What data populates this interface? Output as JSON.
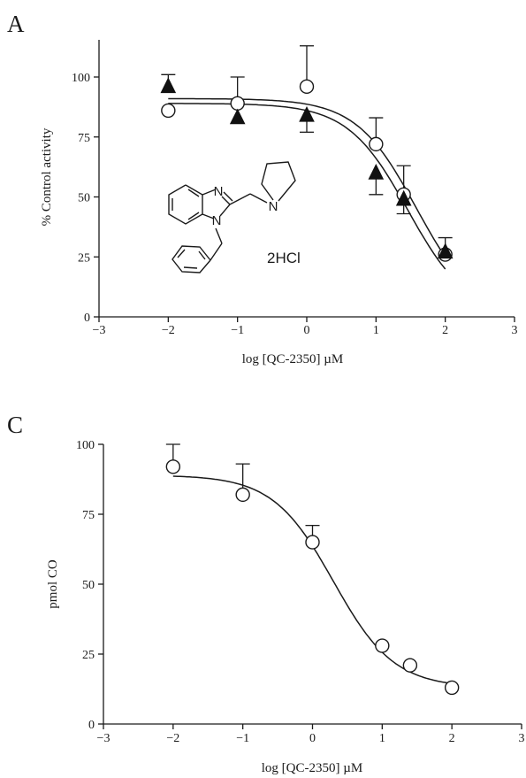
{
  "chart_data": [
    {
      "panel_label": "A",
      "type": "scatter",
      "xlabel": "log [QC-2350] µM",
      "ylabel": "% Control activity",
      "xlim": [
        -3,
        3
      ],
      "ylim": [
        0,
        115
      ],
      "x_ticks": [
        "−3",
        "−2",
        "−1",
        "0",
        "1",
        "2",
        "3"
      ],
      "y_ticks": [
        "0",
        "25",
        "50",
        "75",
        "100"
      ],
      "series": [
        {
          "marker": "open-circle",
          "x": [
            -2,
            -1,
            0,
            1,
            1.4,
            2
          ],
          "y": [
            86,
            89,
            96,
            72,
            51,
            26
          ],
          "error_plus": [
            0,
            11,
            17,
            11,
            12,
            7
          ],
          "fit": {
            "top": 91,
            "bottom": 0,
            "log_ic50": 1.58,
            "hill": 1
          }
        },
        {
          "marker": "filled-triangle",
          "x": [
            -2,
            -1,
            0,
            1,
            1.4,
            2
          ],
          "y": [
            96,
            83,
            84,
            60,
            49,
            27
          ],
          "error_plus": [
            5,
            0,
            0,
            0,
            0,
            0
          ],
          "error_minus": [
            0,
            0,
            7,
            9,
            6,
            0
          ],
          "fit": {
            "top": 89,
            "bottom": 0,
            "log_ic50": 1.46,
            "hill": 1
          }
        }
      ],
      "inset_label": "2HCl",
      "structure_atoms": [
        "N",
        "N",
        "N"
      ]
    },
    {
      "panel_label": "C",
      "type": "scatter",
      "xlabel": "log [QC-2350] µM",
      "ylabel": "pmol CO",
      "xlim": [
        -3,
        3
      ],
      "ylim": [
        0,
        100
      ],
      "x_ticks": [
        "−3",
        "−2",
        "−1",
        "0",
        "1",
        "2",
        "3"
      ],
      "y_ticks": [
        "0",
        "25",
        "50",
        "75",
        "100"
      ],
      "series": [
        {
          "marker": "open-circle",
          "x": [
            -2,
            -1,
            0,
            1,
            1.4,
            2
          ],
          "y": [
            92,
            82,
            65,
            28,
            21,
            13
          ],
          "error_plus": [
            8,
            11,
            6,
            0,
            0,
            0
          ],
          "fit": {
            "top": 89,
            "bottom": 13,
            "log_ic50": 0.3,
            "hill": 1
          }
        }
      ]
    }
  ]
}
